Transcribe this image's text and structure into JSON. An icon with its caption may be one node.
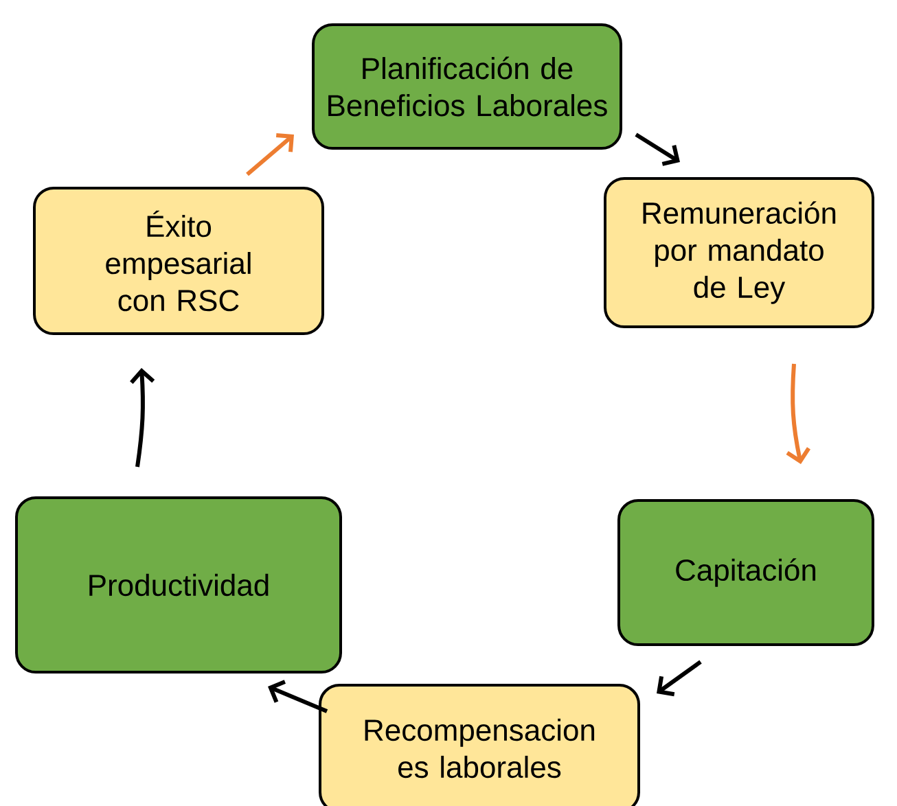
{
  "diagram": {
    "nodes": [
      {
        "text": [
          "Planificación de Beneficios Laborales"
        ]
      },
      {
        "text": [
          "Remuneración por mandato de Ley"
        ]
      },
      {
        "text": [
          "Capitación"
        ]
      },
      {
        "text": [
          "Recompensacion es laborales"
        ]
      },
      {
        "text": [
          "Productividad"
        ]
      },
      {
        "text": [
          "Éxito empesarial con RSC"
        ]
      }
    ],
    "edges": [
      {
        "from": 0,
        "to": 1,
        "arrow": "to"
      },
      {
        "from": 1,
        "to": 2,
        "arrow": "to",
        "color": "#ed7d31"
      },
      {
        "from": 2,
        "to": 3,
        "arrow": "to"
      },
      {
        "from": 3,
        "to": 4,
        "arrow": "to"
      },
      {
        "from": 4,
        "to": 5,
        "arrow": "to"
      },
      {
        "from": 5,
        "to": 0,
        "arrow": "to",
        "color": "#ed7d31"
      }
    ]
  }
}
